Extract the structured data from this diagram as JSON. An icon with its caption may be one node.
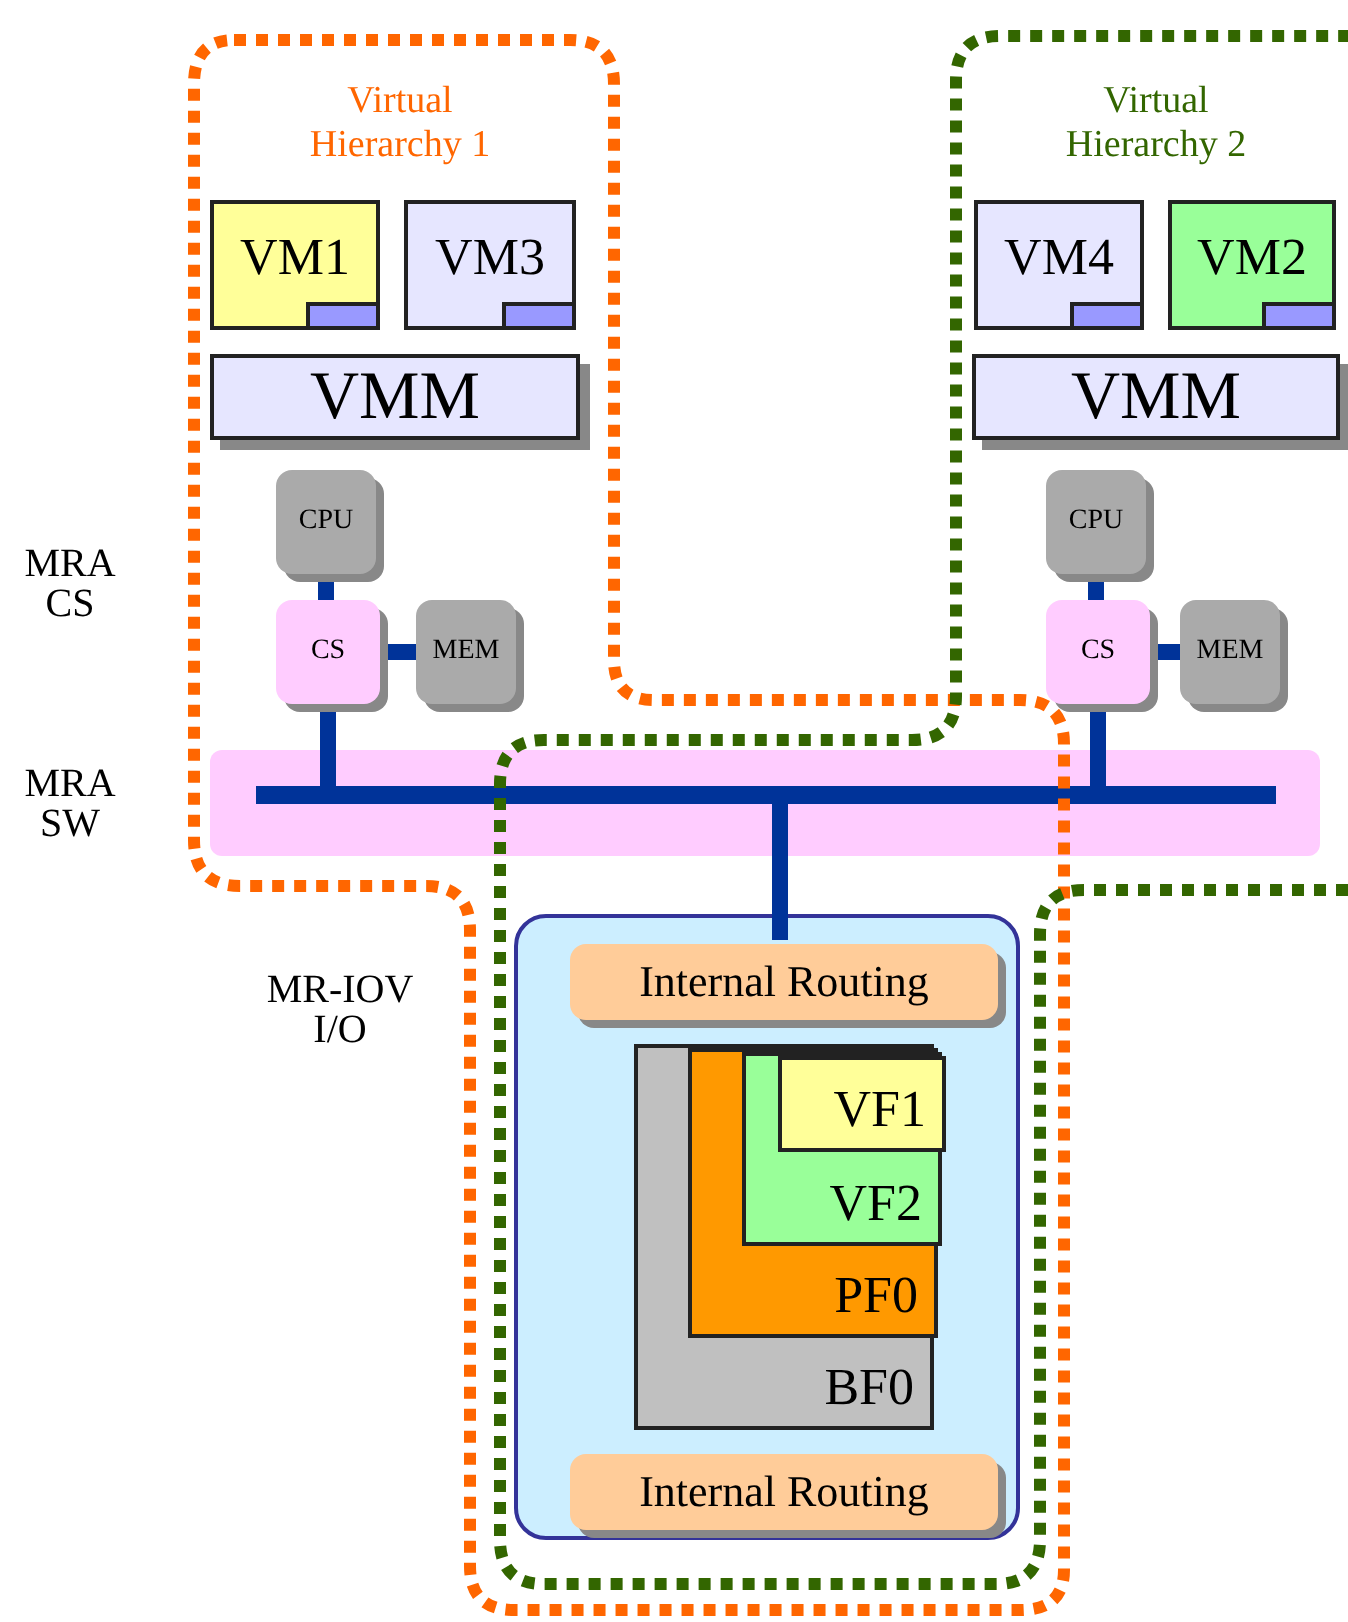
{
  "diagram": {
    "nodes": [
      {
        "text": [
          "Virtual Hierarchy 1"
        ]
      },
      {
        "text": [
          "VM1"
        ],
        "in": 0
      },
      {
        "text": [
          "VM3"
        ],
        "in": 0
      },
      {
        "text": [
          "VMM"
        ],
        "in": 0
      },
      {
        "text": [
          "CPU"
        ],
        "in": 0
      },
      {
        "text": [
          "CS"
        ],
        "in": 0
      },
      {
        "text": [
          "MEM"
        ],
        "in": 0
      },
      {
        "text": [
          "Virtual Hierarchy 2"
        ]
      },
      {
        "text": [
          "VM4"
        ],
        "in": 7
      },
      {
        "text": [
          "VM2"
        ],
        "in": 7
      },
      {
        "text": [
          "VMM"
        ],
        "in": 7
      },
      {
        "text": [
          "CPU"
        ],
        "in": 7
      },
      {
        "text": [
          "CS"
        ],
        "in": 7
      },
      {
        "text": [
          "MEM"
        ],
        "in": 7
      },
      {
        "text": [],
        "shape": "bar"
      },
      {
        "text": [],
        "shape": "box"
      },
      {
        "text": [
          "Internal Routing"
        ],
        "in": 15
      },
      {
        "text": [
          "BF0"
        ],
        "in": 15
      },
      {
        "text": [
          "PF0"
        ],
        "in": 17
      },
      {
        "text": [
          "VF2"
        ],
        "in": 18
      },
      {
        "text": [
          "VF1"
        ],
        "in": 19
      },
      {
        "text": [
          "Internal Routing"
        ],
        "in": 15
      }
    ],
    "edges": [
      {
        "from": 4,
        "to": 5,
        "arrow": "none"
      },
      {
        "from": 5,
        "to": 6,
        "arrow": "none"
      },
      {
        "from": 5,
        "to": 14,
        "arrow": "none"
      },
      {
        "from": 11,
        "to": 12,
        "arrow": "none"
      },
      {
        "from": 12,
        "to": 13,
        "arrow": "none"
      },
      {
        "from": 12,
        "to": 14,
        "arrow": "none"
      },
      {
        "from": 14,
        "to": 16,
        "arrow": "none"
      }
    ],
    "labels": [
      "MRA CS",
      "MRA SW",
      "MR-IOV I/O"
    ]
  }
}
